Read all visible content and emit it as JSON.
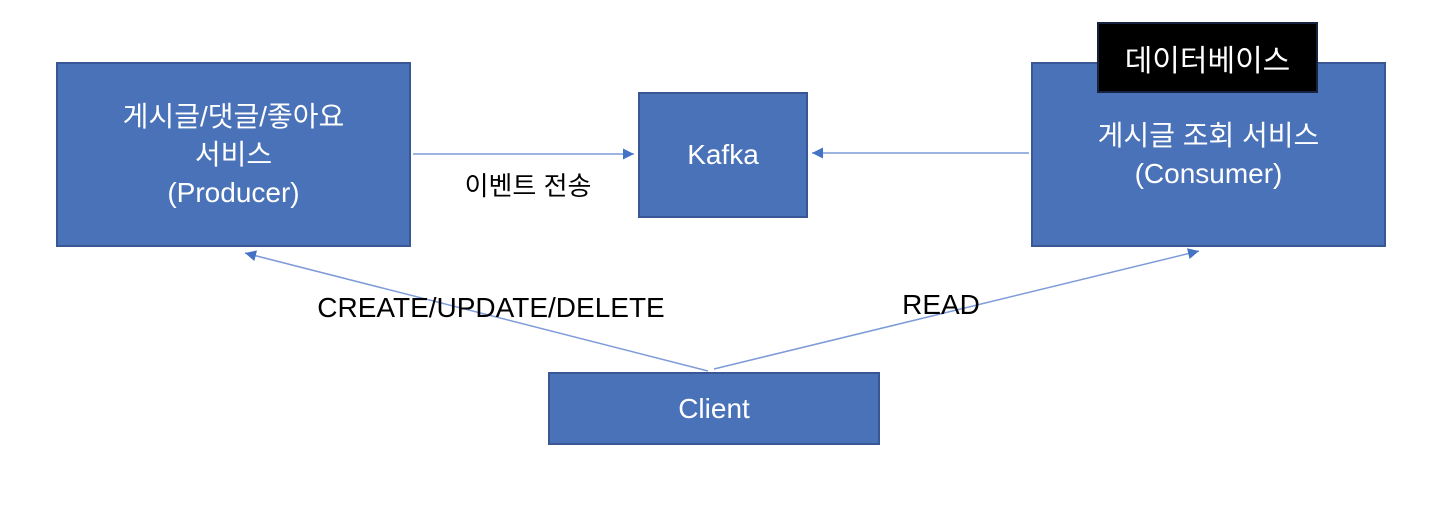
{
  "diagram": {
    "nodes": {
      "producer": {
        "label": "게시글/댓글/좋아요\n서비스\n(Producer)"
      },
      "kafka": {
        "label": "Kafka"
      },
      "consumer": {
        "label": "게시글 조회 서비스\n(Consumer)"
      },
      "database_badge": {
        "label": "데이터베이스"
      },
      "client": {
        "label": "Client"
      }
    },
    "edges": {
      "produce": {
        "from": "producer",
        "to": "kafka",
        "label": "이벤트 전송"
      },
      "consume": {
        "from": "consumer",
        "to": "kafka",
        "label": ""
      },
      "cud": {
        "from": "client",
        "to": "producer",
        "label": "CREATE/UPDATE/DELETE"
      },
      "read": {
        "from": "client",
        "to": "consumer",
        "label": "READ"
      }
    },
    "colors": {
      "node_fill": "#4a72b8",
      "node_border": "#3a5795",
      "node_text": "#ffffff",
      "badge_fill": "#000000",
      "badge_text": "#ffffff",
      "arrow_line": "#7d9bd8",
      "arrow_head": "#4472c4",
      "edge_label_text": "#000000"
    }
  }
}
